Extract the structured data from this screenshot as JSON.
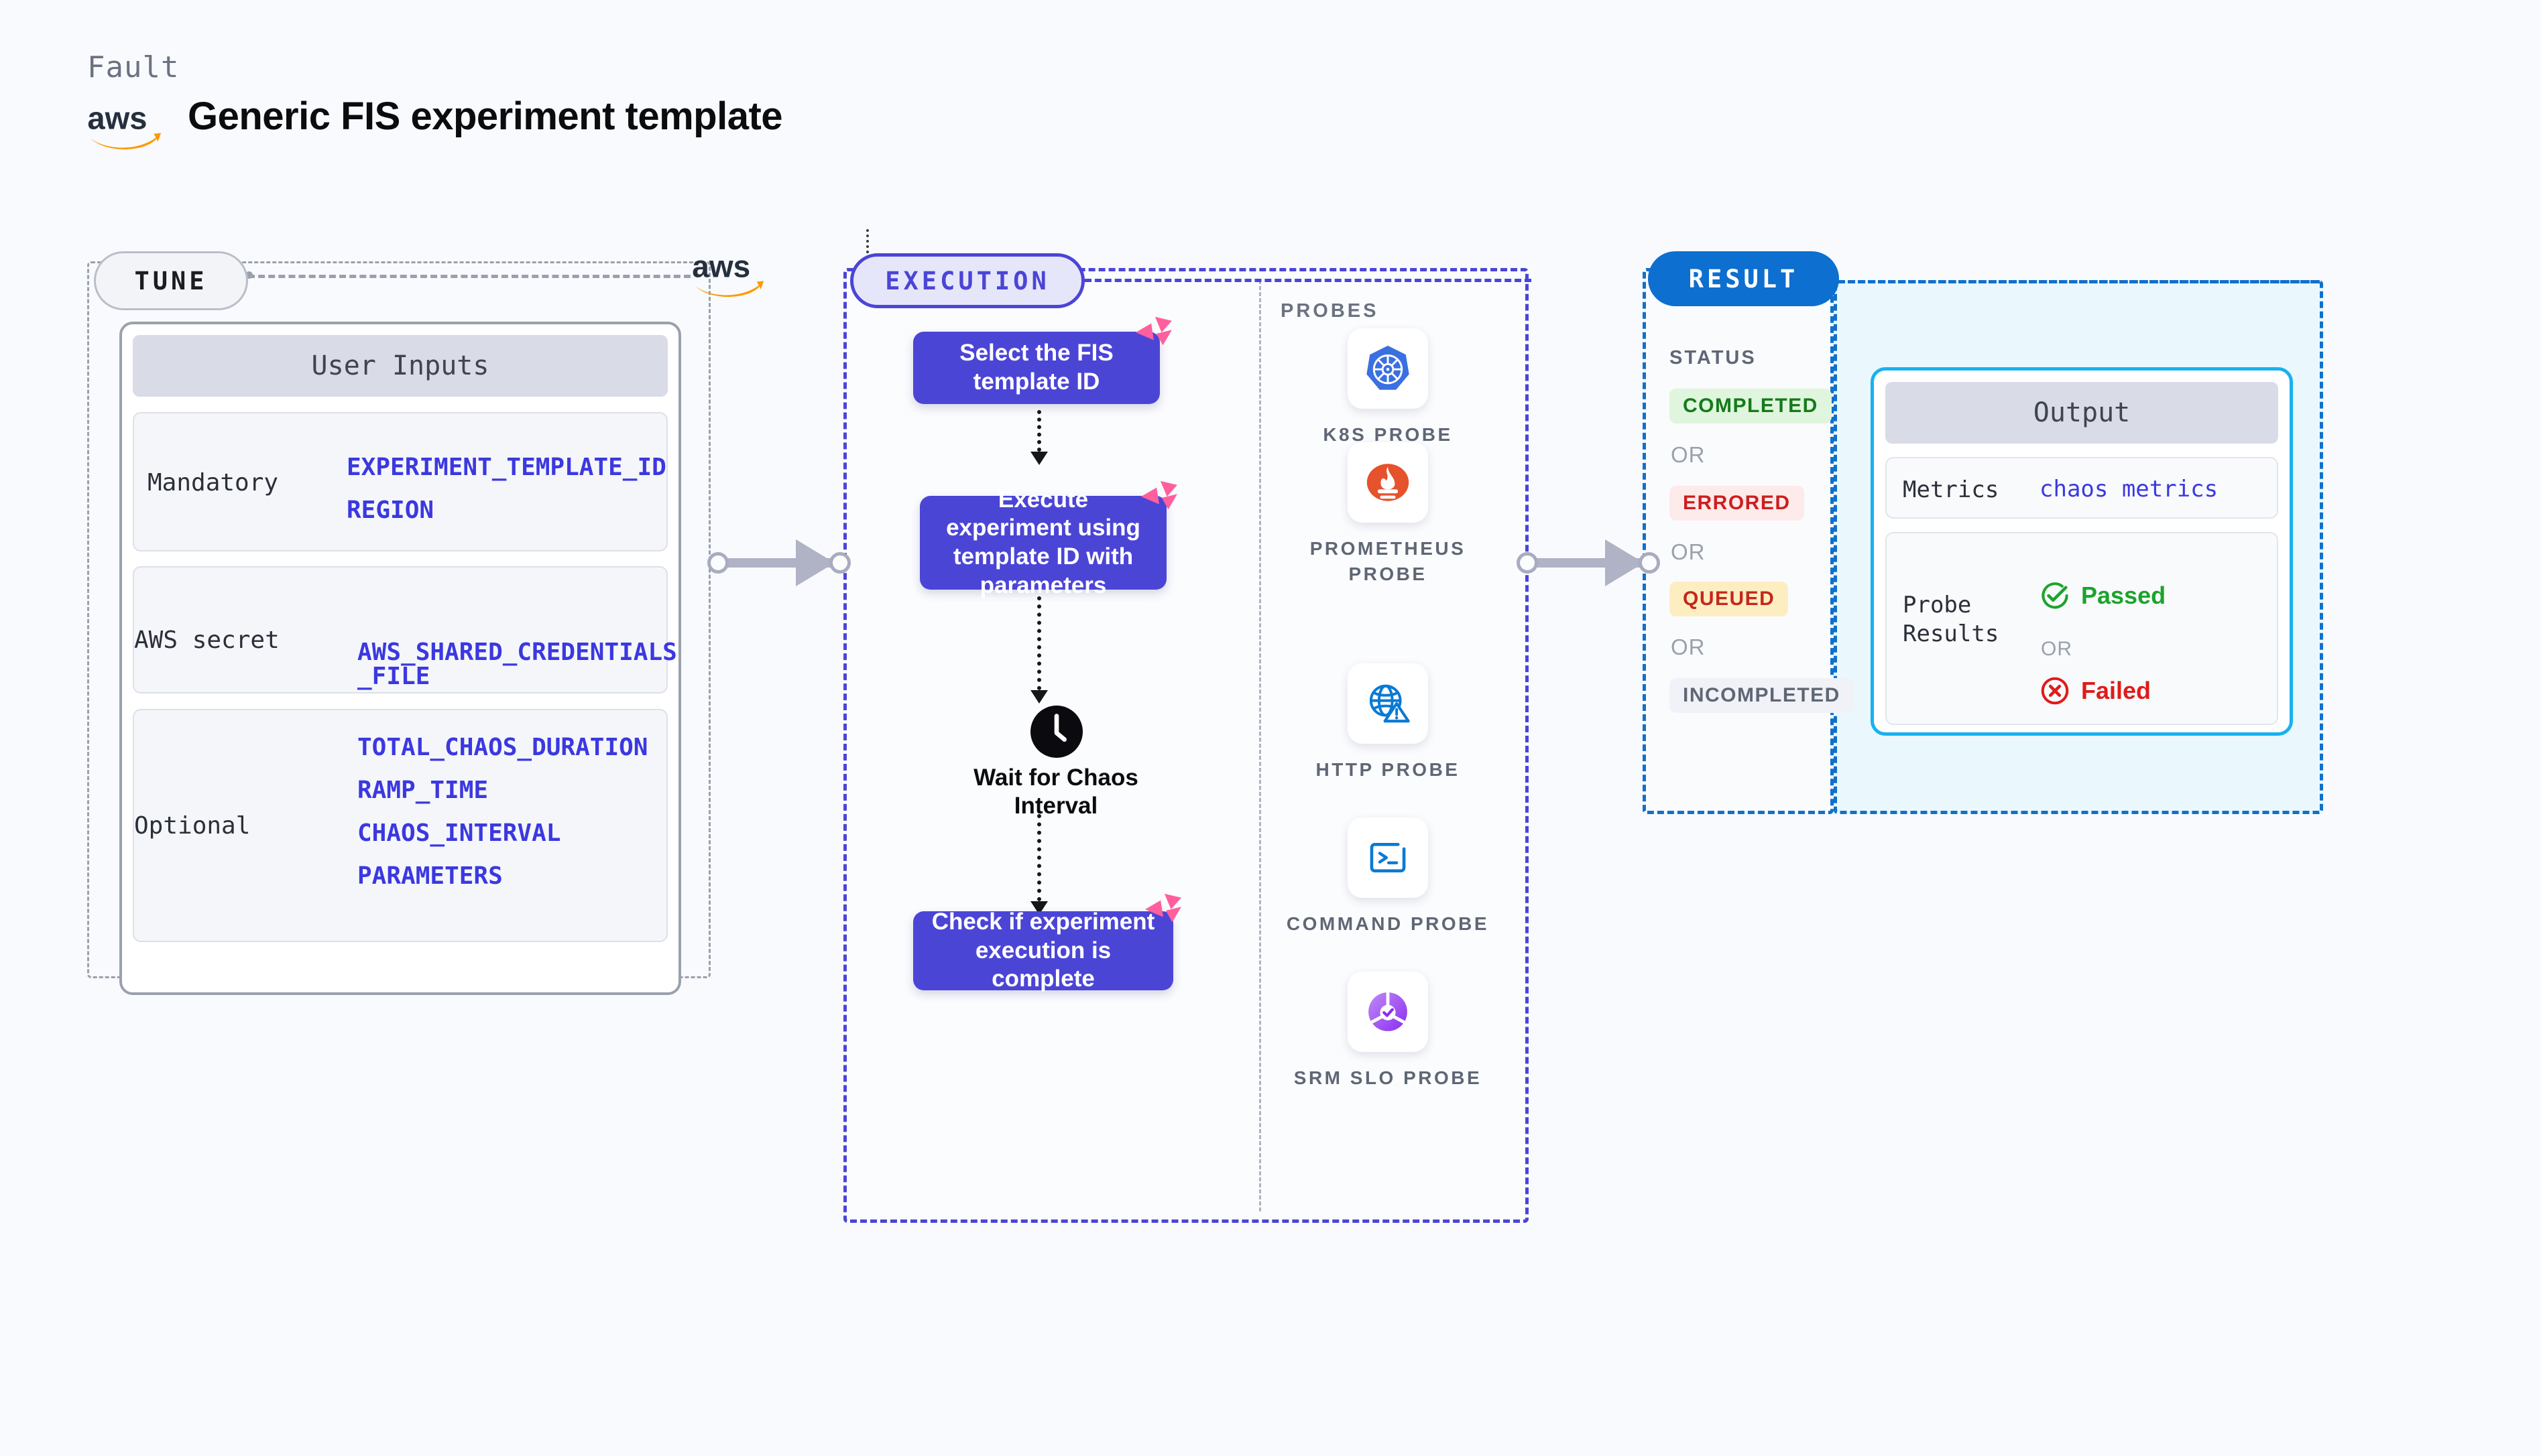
{
  "header": {
    "eyebrow": "Fault",
    "brand_icon": "aws-logo",
    "title": "Generic FIS experiment template"
  },
  "tune": {
    "badge": "TUNE",
    "aws_icon": "aws-logo",
    "card_title": "User Inputs",
    "rows": [
      {
        "label": "Mandatory",
        "values": [
          "EXPERIMENT_TEMPLATE_ID",
          "REGION"
        ]
      },
      {
        "label": "AWS secret",
        "values": [
          "AWS_SHARED_CREDENTIALS\n_FILE"
        ]
      },
      {
        "label": "Optional",
        "values": [
          "TOTAL_CHAOS_DURATION",
          "RAMP_TIME",
          "CHAOS_INTERVAL",
          "PARAMETERS"
        ]
      }
    ]
  },
  "execution": {
    "badge": "EXECUTION",
    "steps": [
      {
        "text": "Select the FIS template ID",
        "mark": "harness-logo-mark"
      },
      {
        "text": "Execute experiment using template ID with parameters",
        "mark": "harness-logo-mark"
      },
      {
        "text": "Check if experiment execution is complete",
        "mark": "harness-logo-mark"
      }
    ],
    "wait": {
      "icon": "clock-icon",
      "label": "Wait for Chaos Interval"
    }
  },
  "probes": {
    "title": "PROBES",
    "items": [
      {
        "name": "K8S PROBE",
        "icon": "kubernetes-icon"
      },
      {
        "name": "PROMETHEUS PROBE",
        "icon": "prometheus-icon"
      },
      {
        "name": "HTTP PROBE",
        "icon": "globe-warning-icon"
      },
      {
        "name": "COMMAND PROBE",
        "icon": "terminal-icon"
      },
      {
        "name": "SRM SLO PROBE",
        "icon": "srm-slo-icon"
      }
    ]
  },
  "result": {
    "badge": "RESULT",
    "status_label": "STATUS",
    "or_label": "OR",
    "statuses": [
      {
        "label": "COMPLETED",
        "bg": "#dff5dd",
        "fg": "#157a1b"
      },
      {
        "label": "ERRORED",
        "bg": "#fdeaea",
        "fg": "#cc1f1f"
      },
      {
        "label": "QUEUED",
        "bg": "#fdeec2",
        "fg": "#c4281c"
      },
      {
        "label": "INCOMPLETED",
        "bg": "#f1f2f7",
        "fg": "#5f6775"
      }
    ],
    "output": {
      "title": "Output",
      "metrics_label": "Metrics",
      "metrics_value": "chaos metrics",
      "probe_label": "Probe Results",
      "or_label": "OR",
      "passed": {
        "label": "Passed",
        "icon": "check-circle-icon",
        "color": "#1ba42b"
      },
      "failed": {
        "label": "Failed",
        "icon": "x-circle-icon",
        "color": "#e01b1b"
      }
    }
  },
  "colors": {
    "page_bg": "#f8fafd",
    "tune_border": "#9aa1ad",
    "exec_purple": "#4b45d6",
    "exec_fill": "#e6e6fb",
    "result_blue": "#1070cc",
    "output_cyan": "#18b1ef",
    "harness_pink": "#ff5f9e",
    "connector_gray": "#b0b2c6"
  }
}
